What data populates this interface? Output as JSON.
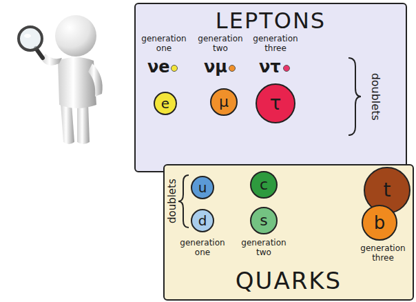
{
  "diagram": {
    "nodes": [
      {
        "text": [
          "LEPTONS"
        ]
      },
      {
        "text": [
          "e"
        ],
        "in": 0
      },
      {
        "text": [
          "μ"
        ],
        "in": 0
      },
      {
        "text": [
          "τ"
        ],
        "in": 0
      },
      {
        "text": [
          "QUARKS"
        ]
      },
      {
        "text": [
          "u"
        ],
        "in": 4
      },
      {
        "text": [
          "d"
        ],
        "in": 4
      },
      {
        "text": [
          "c"
        ],
        "in": 4
      },
      {
        "text": [
          "s"
        ],
        "in": 4
      },
      {
        "text": [
          "t"
        ],
        "in": 4
      },
      {
        "text": [
          "b"
        ],
        "in": 4
      }
    ],
    "labels": [
      "generation one",
      "generation two",
      "generation three",
      "νe",
      "νμ",
      "ντ",
      "doublets",
      "doublets",
      "generation one",
      "generation two",
      "generation three"
    ]
  }
}
